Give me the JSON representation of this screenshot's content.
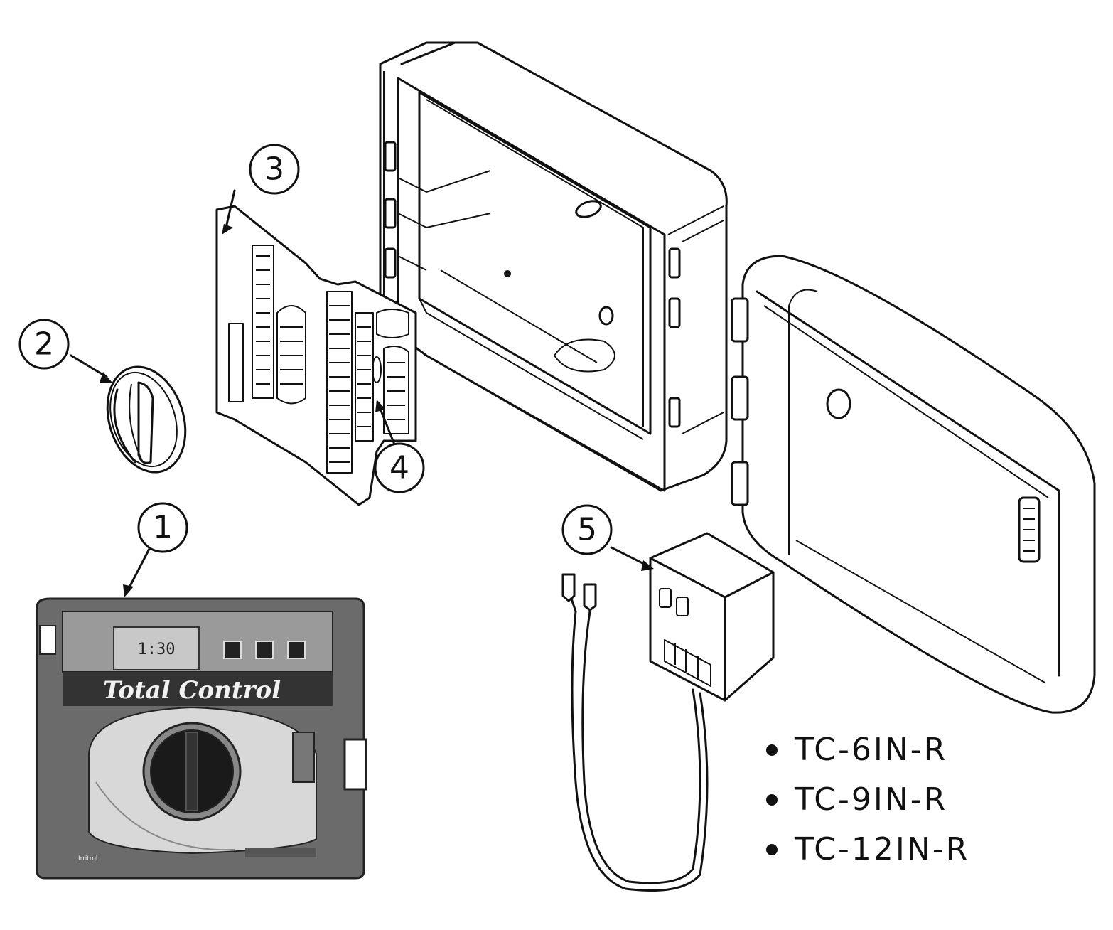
{
  "callouts": [
    {
      "label": "1"
    },
    {
      "label": "2"
    },
    {
      "label": "3"
    },
    {
      "label": "4"
    },
    {
      "label": "5"
    }
  ],
  "controller": {
    "lcd_text": "1:30",
    "brand": "Total Control"
  },
  "models": [
    "TC-6IN-R",
    "TC-9IN-R",
    "TC-12IN-R"
  ]
}
